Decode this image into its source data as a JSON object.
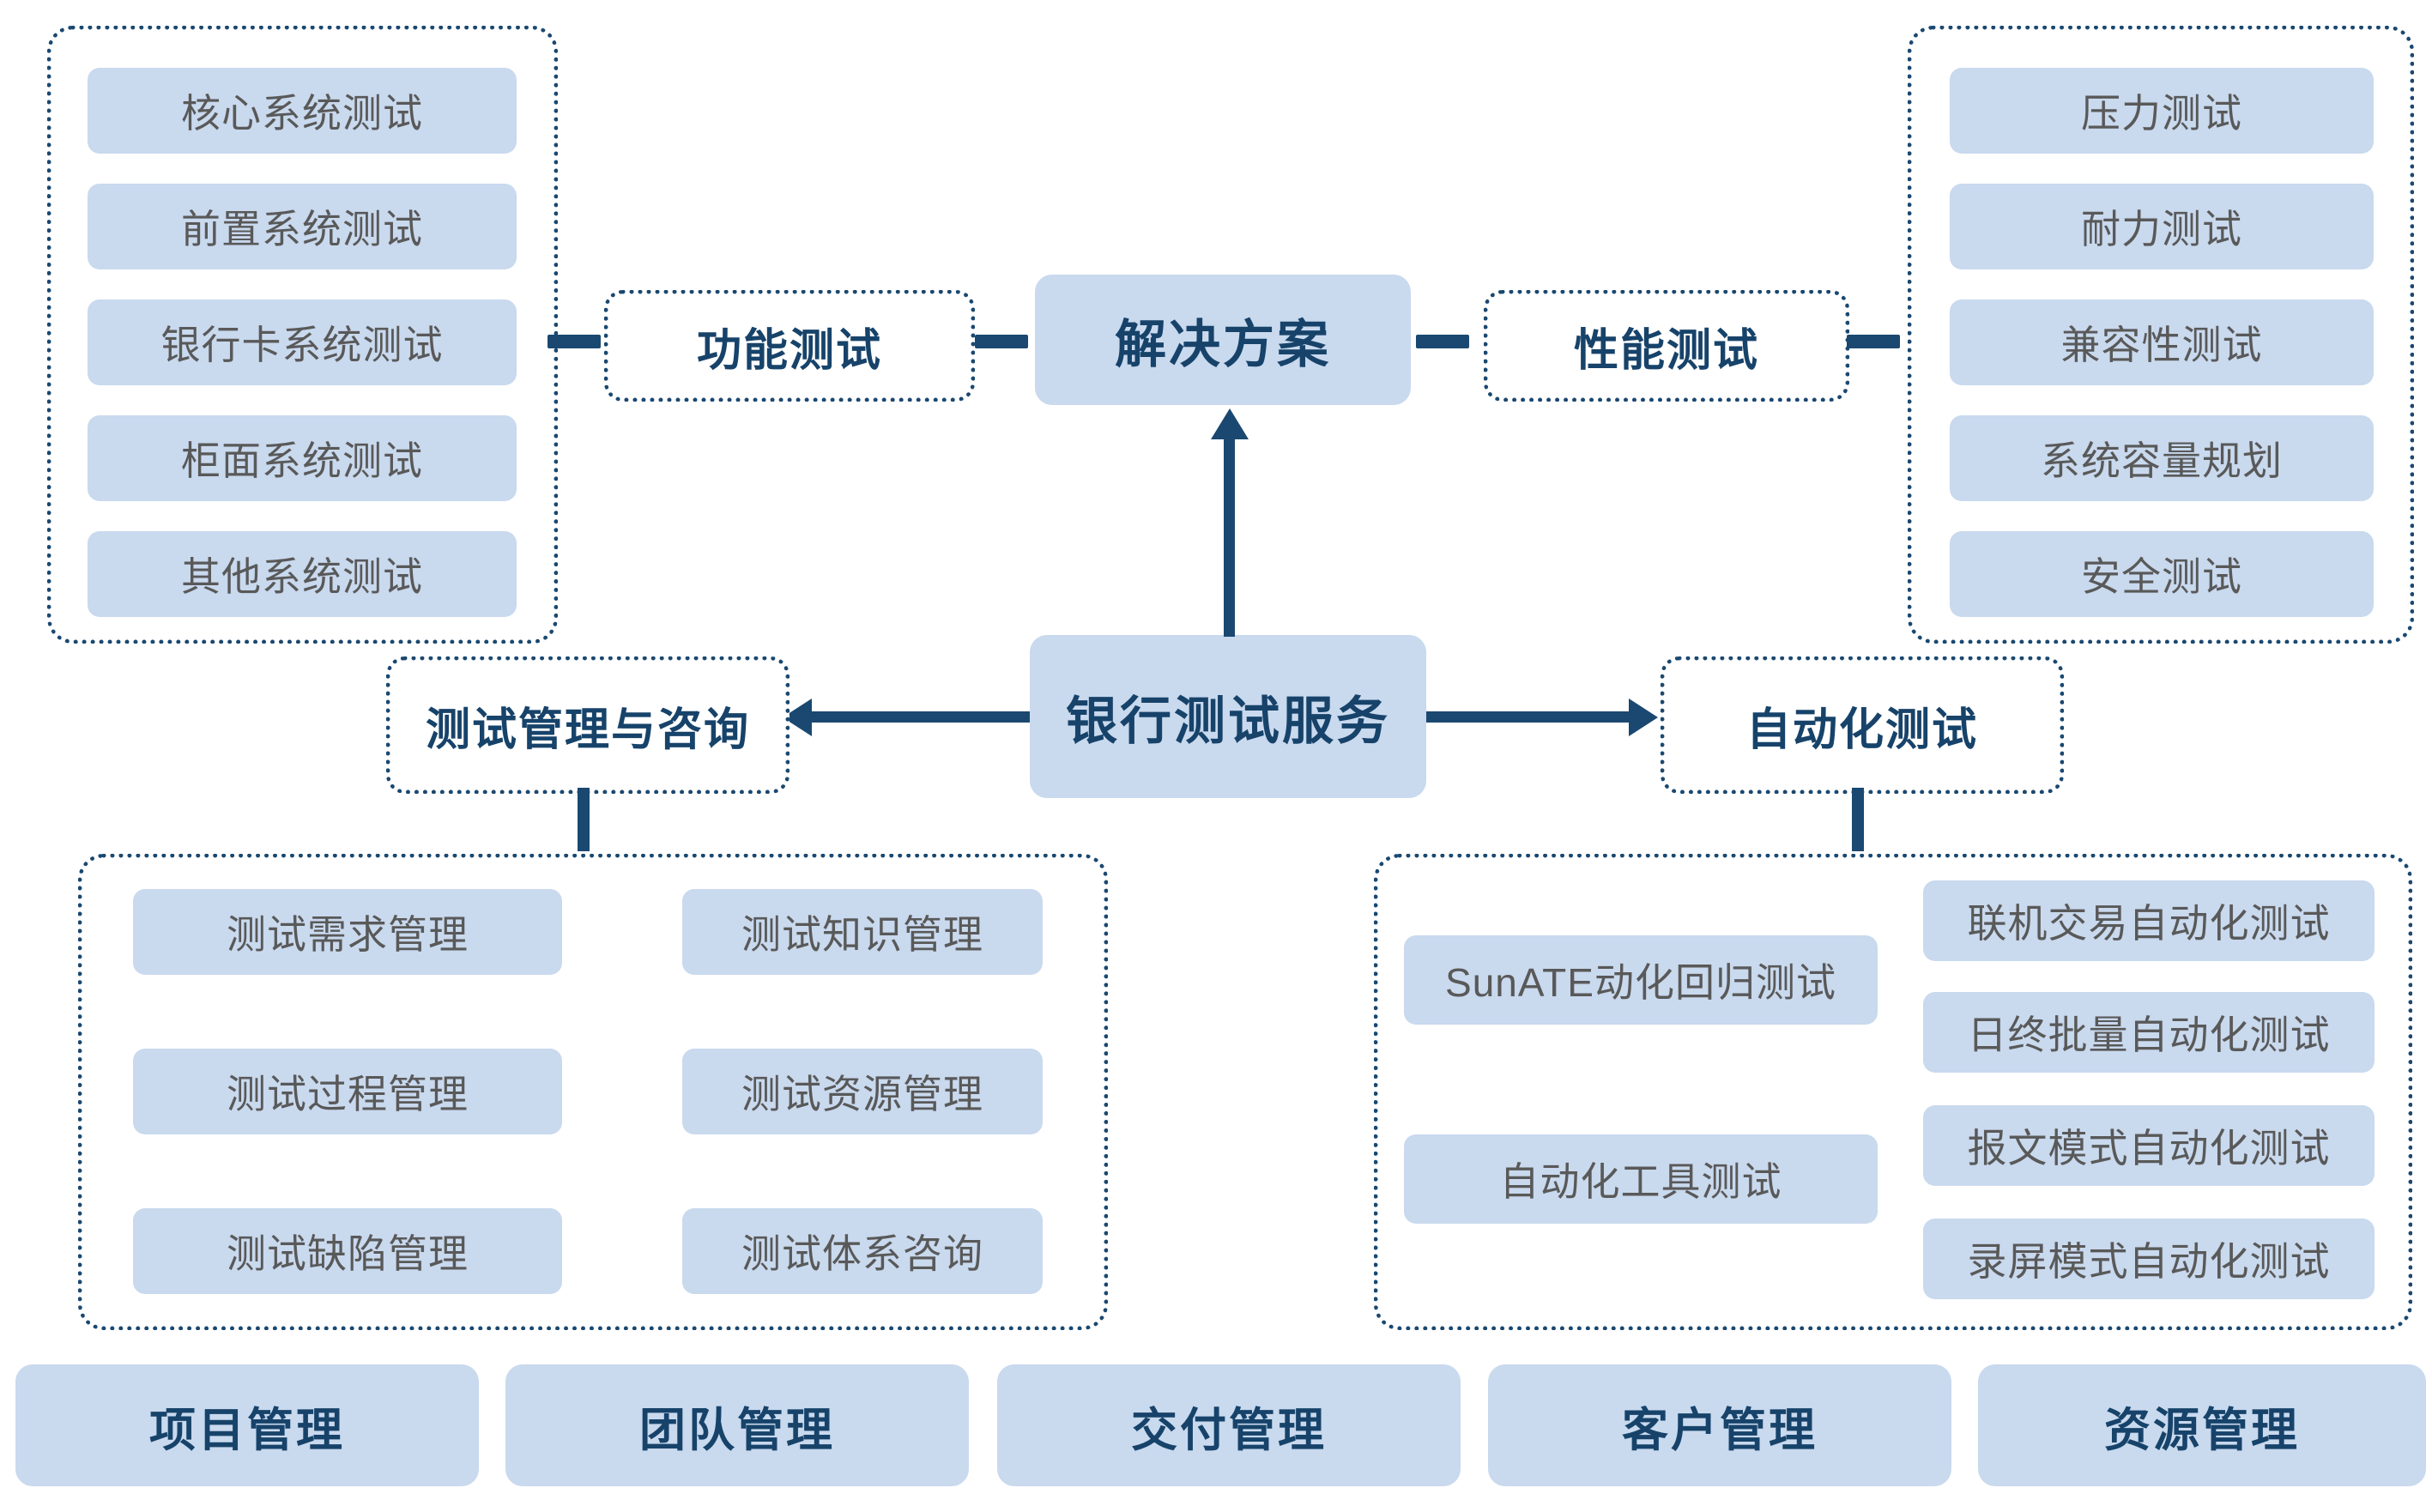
{
  "palette": {
    "navy": "#1a4870",
    "navy_text": "#17436a",
    "node_fill": "#c9d9ee",
    "node_text": "#595959",
    "background": "#ffffff"
  },
  "center": {
    "solution": "解决方案",
    "root": "银行测试服务"
  },
  "branches": {
    "functional": {
      "label": "功能测试",
      "items": [
        "核心系统测试",
        "前置系统测试",
        "银行卡系统测试",
        "柜面系统测试",
        "其他系统测试"
      ]
    },
    "performance": {
      "label": "性能测试",
      "items": [
        "压力测试",
        "耐力测试",
        "兼容性测试",
        "系统容量规划",
        "安全测试"
      ]
    },
    "management": {
      "label": "测试管理与咨询",
      "col1": [
        "测试需求管理",
        "测试过程管理",
        "测试缺陷管理"
      ],
      "col2": [
        "测试知识管理",
        "测试资源管理",
        "测试体系咨询"
      ]
    },
    "automation": {
      "label": "自动化测试",
      "col1": [
        "SunATE动化回归测试",
        "自动化工具测试"
      ],
      "col2": [
        "联机交易自动化测试",
        "日终批量自动化测试",
        "报文模式自动化测试",
        "录屏模式自动化测试"
      ]
    }
  },
  "bottom_row": [
    "项目管理",
    "团队管理",
    "交付管理",
    "客户管理",
    "资源管理"
  ]
}
